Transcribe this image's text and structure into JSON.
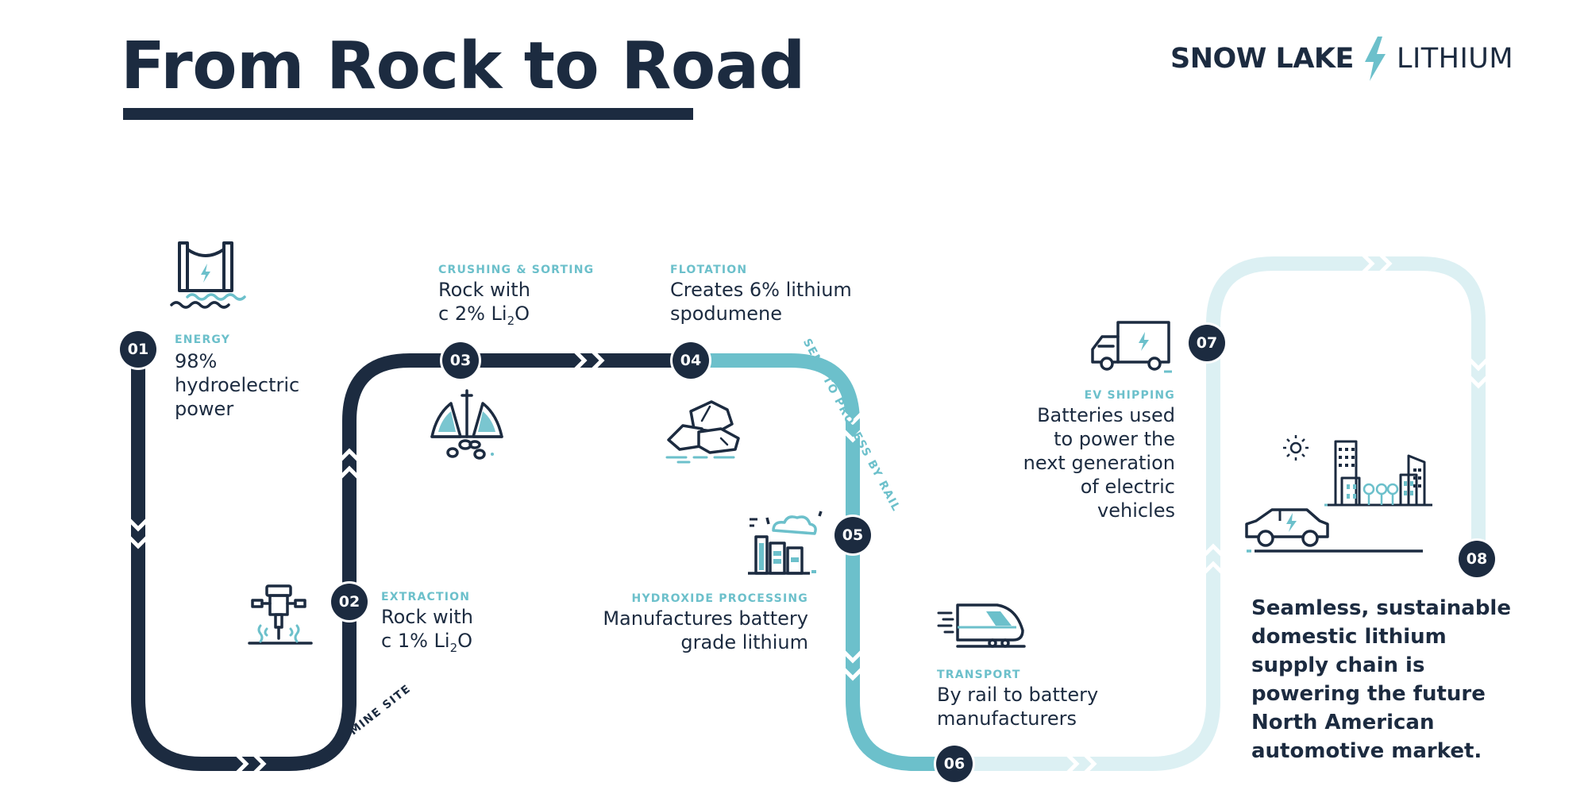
{
  "title": "From Rock to Road",
  "logo": {
    "name_bold": "SNOW LAKE",
    "name_light": "LITHIUM",
    "mark": "lightning-bolt-icon"
  },
  "colors": {
    "navy": "#1c2b40",
    "teal": "#6cc0cb",
    "pale": "#dcf0f3"
  },
  "steps": [
    {
      "number": "01",
      "label": "ENERGY",
      "lines": [
        "98%",
        "hydroelectric",
        "power"
      ],
      "icon": "hydro-dam-icon"
    },
    {
      "number": "02",
      "label": "EXTRACTION",
      "lines": [
        "Rock with",
        "c 1%  Li2O"
      ],
      "icon": "jackhammer-icon"
    },
    {
      "number": "03",
      "label": "CRUSHING & SORTING",
      "lines": [
        "Rock with",
        "c 2% Li2O"
      ],
      "icon": "crusher-icon"
    },
    {
      "number": "04",
      "label": "FLOTATION",
      "lines": [
        "Creates 6% lithium",
        "spodumene"
      ],
      "icon": "rocks-icon"
    },
    {
      "number": "05",
      "label": "HYDROXIDE PROCESSING",
      "lines": [
        "Manufactures battery",
        "grade lithium"
      ],
      "icon": "factory-icon"
    },
    {
      "number": "06",
      "label": "TRANSPORT",
      "lines": [
        "By rail to battery",
        "manufacturers"
      ],
      "icon": "train-icon"
    },
    {
      "number": "07",
      "label": "EV SHIPPING",
      "lines": [
        "Batteries used",
        "to power the",
        "next generation",
        "of electric",
        "vehicles"
      ],
      "icon": "delivery-truck-icon"
    },
    {
      "number": "08",
      "label": "",
      "lines": [
        "Seamless, sustainable",
        "domestic lithium",
        "supply chain is",
        "powering the future",
        "North American",
        "automotive market."
      ],
      "icon": "city-ev-icon"
    }
  ],
  "path_labels": {
    "mine_site": "AT THE MINE SITE",
    "sent_to_process": "SENT TO PROCESS BY RAIL"
  }
}
